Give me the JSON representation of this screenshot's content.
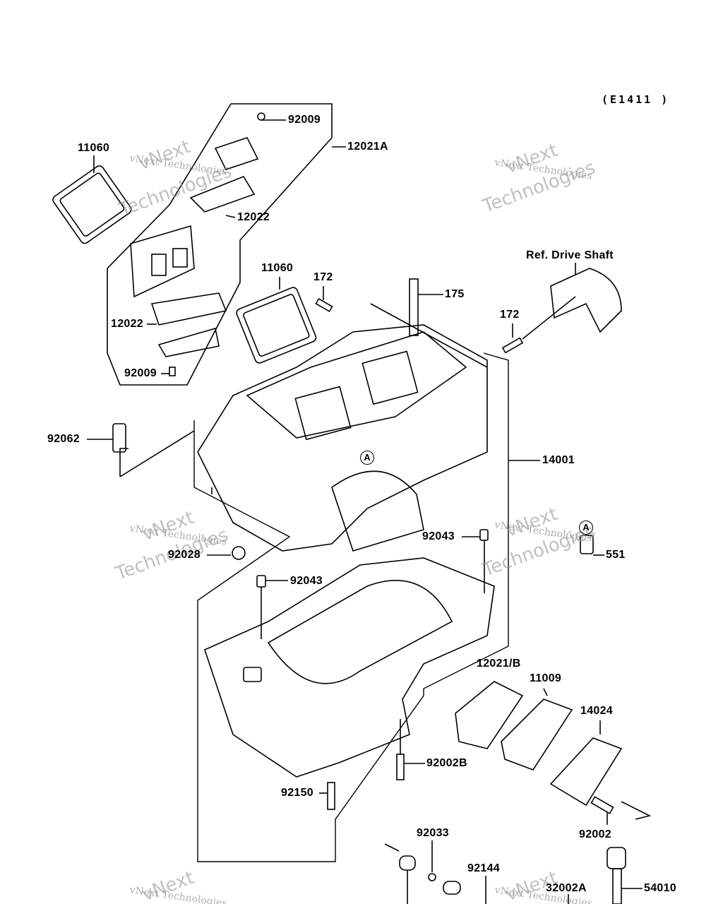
{
  "diagram_code": "(E1411 )",
  "watermark": {
    "line1": "vNext Technologies",
    "line2": "vNext",
    "line3": "Technologies"
  },
  "callouts": {
    "ref_a": "A",
    "ref_a2": "A",
    "p92009_top": "92009",
    "p12021A": "12021A",
    "p11060_left": "11060",
    "p12022_top": "12022",
    "ref_drive_shaft": "Ref. Drive Shaft",
    "p11060_mid": "11060",
    "p172_left": "172",
    "p175": "175",
    "p172_right": "172",
    "p12022_bottom": "12022",
    "p92009_bottom": "92009",
    "p92062": "92062",
    "p14001": "14001",
    "p92043_right": "92043",
    "p92028": "92028",
    "p551": "551",
    "p92043_left": "92043",
    "p12021B": "12021/B",
    "p11009": "11009",
    "p14024": "14024",
    "p92002B": "92002B",
    "p92150": "92150",
    "p92002": "92002",
    "p92033": "92033",
    "p92144": "92144",
    "p32002A": "32002A",
    "p54010": "54010"
  }
}
